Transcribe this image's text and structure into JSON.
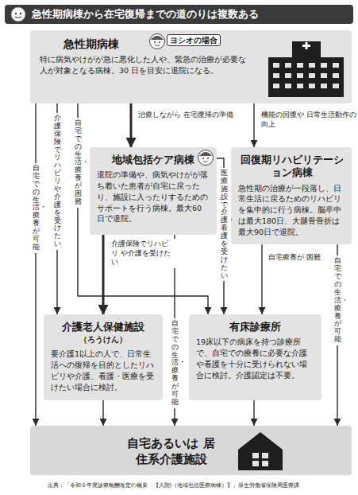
{
  "diagram": {
    "title": "急性期病棟から在宅復帰までの道のりは複数ある",
    "caption": "出典：「令和６年度診療報酬改定の概要　【入院Ⅰ（地域包括医療病棟）】」厚生労働省保険局医療課",
    "nodes": [
      {
        "text": [
          "急性期病棟",
          "特に病気やけがが急に悪化した人や、緊急の治療が必要な人が対象となる病棟。30 日を目安に退院になる。"
        ]
      },
      {
        "text": [
          "地域包括ケア病棟",
          "退院の準備や、病気やけがが落ち着いた患者が自宅に戻ったり、施設に入ったりするためのサポートを行う病棟。最大60日で退院。"
        ]
      },
      {
        "text": [
          "回復期リハビリテーション病棟",
          "急性期の治療が一段落し、日常生活に戻るためのリハビリを集中的に行う病棟。脳卒中は最大180日、大腿骨骨折は最大90日で退院。"
        ]
      },
      {
        "text": [
          "介護老人保健施設",
          "（ろうけん）",
          "要介護1以上の人で、日常生活への復帰を目的としたリハビリや介護、看護・医療を受けたい場合に検討。"
        ]
      },
      {
        "text": [
          "有床診療所",
          "19床以下の病床を持つ診療所で、自宅での療養に必要な介護や看護を十分に受けられない場合に検討。介護認定は不要。"
        ]
      },
      {
        "text": [
          "自宅あるいは 居住系介護施設"
        ]
      }
    ],
    "edges": [
      {
        "from": 0,
        "to": 5,
        "label": "自宅での生活・療養が可能",
        "arrow": "to"
      },
      {
        "from": 0,
        "to": 3,
        "label": "介護保険でリハビリや介護を受けたい",
        "arrow": "to"
      },
      {
        "from": 0,
        "to": 4,
        "label": "自宅での生活・療養が困難",
        "arrow": "to"
      },
      {
        "from": 0,
        "to": 1,
        "label": "治療しながら 在宅復帰の準備",
        "arrow": "to"
      },
      {
        "from": 0,
        "to": 2,
        "label": "機能の回復や 日常生活動作の向上",
        "arrow": "to"
      },
      {
        "from": 1,
        "to": 3,
        "label": "介護保険でリハビリ や介護を受けたい",
        "arrow": "to"
      },
      {
        "from": 1,
        "to": 4,
        "label": "医療施設で介護・看護を受けたい",
        "arrow": "to"
      },
      {
        "from": 1,
        "to": 5,
        "label": "自宅での生活・療養が可能",
        "arrow": "to"
      },
      {
        "from": 2,
        "to": 4,
        "label": "自宅療養が 困難",
        "arrow": "to"
      },
      {
        "from": 2,
        "to": 5,
        "label": "自宅での生活・療養が可能",
        "arrow": "to"
      },
      {
        "from": 3,
        "to": 5,
        "arrow": "to"
      },
      {
        "from": 4,
        "to": 5,
        "arrow": "to"
      }
    ],
    "labels": [
      "ヨシオの場合"
    ]
  }
}
